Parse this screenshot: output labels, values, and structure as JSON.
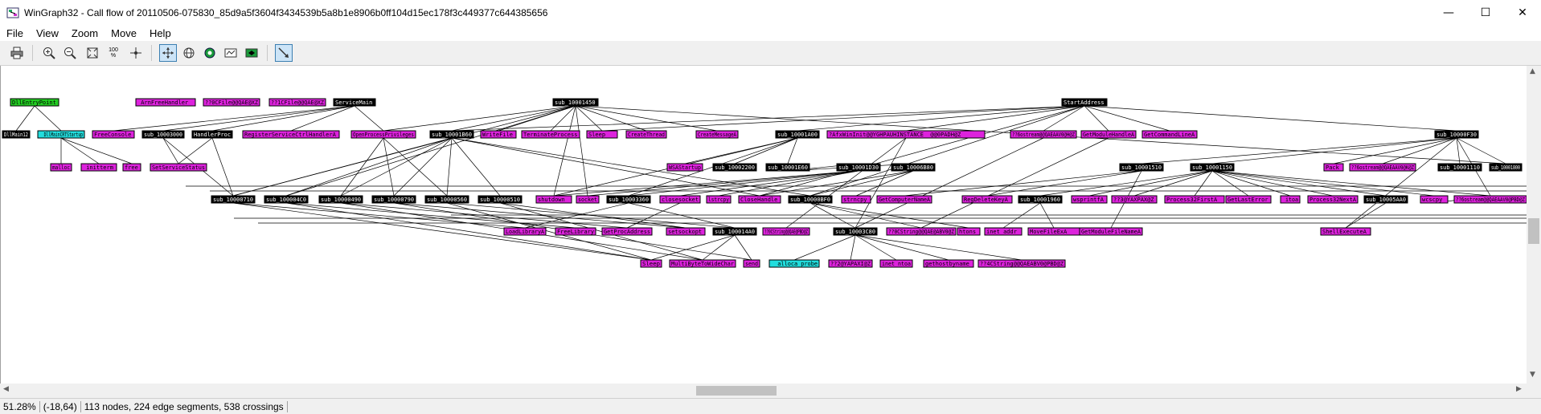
{
  "window": {
    "title": "WinGraph32 - Call flow of 20110506-075830_85d9a5f3604f3434539b5a8b1e8906b0ff104d15ec178f3c449377c644385656",
    "controls": [
      "—",
      "☐",
      "✕"
    ]
  },
  "menu": [
    "File",
    "View",
    "Zoom",
    "Move",
    "Help"
  ],
  "toolbar": {
    "zoom_100_label": "100\n%"
  },
  "status": {
    "zoom": "51.28%",
    "coords": "(-18,64)",
    "summary": "113 nodes, 224 edge segments, 538 crossings"
  },
  "colors": {
    "entry": "#22cc22",
    "sub": "#000000",
    "import": "#dd22dd",
    "thunk": "#22dddd"
  },
  "graph": {
    "nodes": [
      {
        "id": "DllEntryPoint",
        "type": "entry"
      },
      {
        "id": "_ArnFreeHandler",
        "type": "import"
      },
      {
        "id": "??0CFile@@QAE@XZ",
        "type": "import"
      },
      {
        "id": "??1CFile@@QAE@XZ",
        "type": "import"
      },
      {
        "id": "ServiceMain",
        "type": "sub"
      },
      {
        "id": "sub_10001450",
        "type": "sub"
      },
      {
        "id": "StartAddress",
        "type": "sub"
      },
      {
        "id": "DllMain12",
        "type": "sub"
      },
      {
        "id": "__DllMainCRTStartup",
        "type": "thunk"
      },
      {
        "id": "FreeConsole",
        "type": "import"
      },
      {
        "id": "sub_10003000",
        "type": "sub"
      },
      {
        "id": "HandlerProc",
        "type": "sub"
      },
      {
        "id": "RegisterServiceCtrlHandlerA",
        "type": "import"
      },
      {
        "id": "OpenProcessPrivileges",
        "type": "import"
      },
      {
        "id": "sub_10001B60",
        "type": "sub"
      },
      {
        "id": "WriteFile",
        "type": "import"
      },
      {
        "id": "TerminateProcess",
        "type": "import"
      },
      {
        "id": "Sleep",
        "type": "import"
      },
      {
        "id": "CreateThread",
        "type": "import"
      },
      {
        "id": "CreateMessageA",
        "type": "import"
      },
      {
        "id": "sub_10001A00",
        "type": "sub"
      },
      {
        "id": "?AfxWinInit@@YGHPAUHINSTANCE__@@0PADH@Z",
        "type": "import"
      },
      {
        "id": "??6ostream@@QAEAAV0@H@Z",
        "type": "import"
      },
      {
        "id": "GetModuleHandleA",
        "type": "import"
      },
      {
        "id": "GetCommandLineA",
        "type": "import"
      },
      {
        "id": "sub_10000F30",
        "type": "sub"
      },
      {
        "id": "malloc",
        "type": "import"
      },
      {
        "id": "_initterm",
        "type": "import"
      },
      {
        "id": "free",
        "type": "import"
      },
      {
        "id": "SetServiceStatus",
        "type": "import"
      },
      {
        "id": "WSAStartup",
        "type": "import"
      },
      {
        "id": "sub_10002200",
        "type": "sub"
      },
      {
        "id": "sub_10001E60",
        "type": "sub"
      },
      {
        "id": "sub_10001D30",
        "type": "sub"
      },
      {
        "id": "sub_10006B80",
        "type": "sub"
      },
      {
        "id": "sub_10001510",
        "type": "sub"
      },
      {
        "id": "sub_10001150",
        "type": "sub"
      },
      {
        "id": "Pack",
        "type": "import"
      },
      {
        "id": "??6ostream@@QAEAAV0@K@Z",
        "type": "import"
      },
      {
        "id": "sub_10001110",
        "type": "sub"
      },
      {
        "id": "sub_10001800",
        "type": "sub"
      },
      {
        "id": "sub_10000710",
        "type": "sub"
      },
      {
        "id": "sub_100004C0",
        "type": "sub"
      },
      {
        "id": "sub_10000490",
        "type": "sub"
      },
      {
        "id": "sub_10000790",
        "type": "sub"
      },
      {
        "id": "sub_10000560",
        "type": "sub"
      },
      {
        "id": "sub_10000510",
        "type": "sub"
      },
      {
        "id": "shutdown",
        "type": "import"
      },
      {
        "id": "socket",
        "type": "import"
      },
      {
        "id": "sub_10003360",
        "type": "sub"
      },
      {
        "id": "closesocket",
        "type": "import"
      },
      {
        "id": "lstrcpy",
        "type": "import"
      },
      {
        "id": "CloseHandle",
        "type": "import"
      },
      {
        "id": "sub_10000BF0",
        "type": "sub"
      },
      {
        "id": "strncpy",
        "type": "import"
      },
      {
        "id": "GetComputerNameA",
        "type": "import"
      },
      {
        "id": "RegDeleteKeyA",
        "type": "import"
      },
      {
        "id": "sub_10001960",
        "type": "sub"
      },
      {
        "id": "wsprintfA",
        "type": "import"
      },
      {
        "id": "??3@YAXPAX@Z",
        "type": "import"
      },
      {
        "id": "Process32FirstA",
        "type": "import"
      },
      {
        "id": "GetLastError",
        "type": "import"
      },
      {
        "id": "_itoa",
        "type": "import"
      },
      {
        "id": "Process32NextA",
        "type": "import"
      },
      {
        "id": "sub_10005AA0",
        "type": "sub"
      },
      {
        "id": "wcscpy",
        "type": "import"
      },
      {
        "id": "??6ostream@@QAEAAV0@PBD@Z",
        "type": "import"
      },
      {
        "id": "LoadLibraryA",
        "type": "import"
      },
      {
        "id": "FreeLibrary",
        "type": "import"
      },
      {
        "id": "GetProcAddress",
        "type": "import"
      },
      {
        "id": "setsockopt",
        "type": "import"
      },
      {
        "id": "sub_100014A0",
        "type": "sub"
      },
      {
        "id": "??0CString@@QAE@PBD@Z",
        "type": "import"
      },
      {
        "id": "sub_10003C80",
        "type": "sub"
      },
      {
        "id": "??0CString@@QAE@ABV0@Z",
        "type": "import"
      },
      {
        "id": "htons",
        "type": "import"
      },
      {
        "id": "inet_addr",
        "type": "import"
      },
      {
        "id": "MoveFileExA",
        "type": "import"
      },
      {
        "id": "GetModuleFileNameA",
        "type": "import"
      },
      {
        "id": "ShellExecuteA",
        "type": "import"
      },
      {
        "id": "Sleep ",
        "type": "import"
      },
      {
        "id": "MultiByteToWideChar",
        "type": "import"
      },
      {
        "id": "send",
        "type": "import"
      },
      {
        "id": "__alloca_probe",
        "type": "thunk"
      },
      {
        "id": "??2@YAPAXI@Z",
        "type": "import"
      },
      {
        "id": "inet_ntoa",
        "type": "import"
      },
      {
        "id": "gethostbyname",
        "type": "import"
      },
      {
        "id": "??4CString@@QAEABV0@PBD@Z",
        "type": "import"
      }
    ]
  }
}
